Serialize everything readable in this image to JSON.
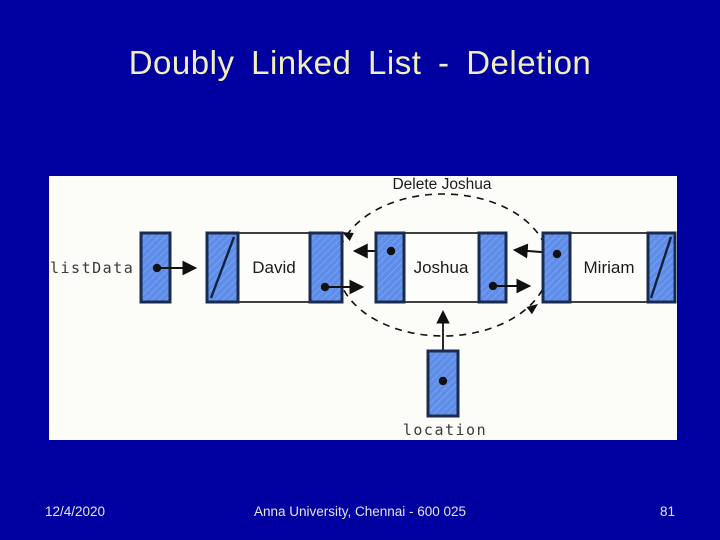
{
  "slide": {
    "title": "Doubly Linked List - Deletion"
  },
  "diagram": {
    "caption": "Delete Joshua",
    "head_pointer_label": "listData",
    "location_pointer_label": "location",
    "nodes": [
      {
        "label": "David"
      },
      {
        "label": "Joshua"
      },
      {
        "label": "Miriam"
      }
    ],
    "colors": {
      "pointer_box_fill": "#5E8EE9",
      "pointer_box_border": "#1B2B4E",
      "line_color": "#111111",
      "panel_background": "#FCFCF9"
    }
  },
  "footer": {
    "date": "12/4/2020",
    "institution": "Anna University, Chennai - 600 025",
    "page_number": "81"
  },
  "theme": {
    "background_color": "#0000A0",
    "title_color": "#F2EFBD",
    "footer_text_color": "#E4E4EC"
  }
}
